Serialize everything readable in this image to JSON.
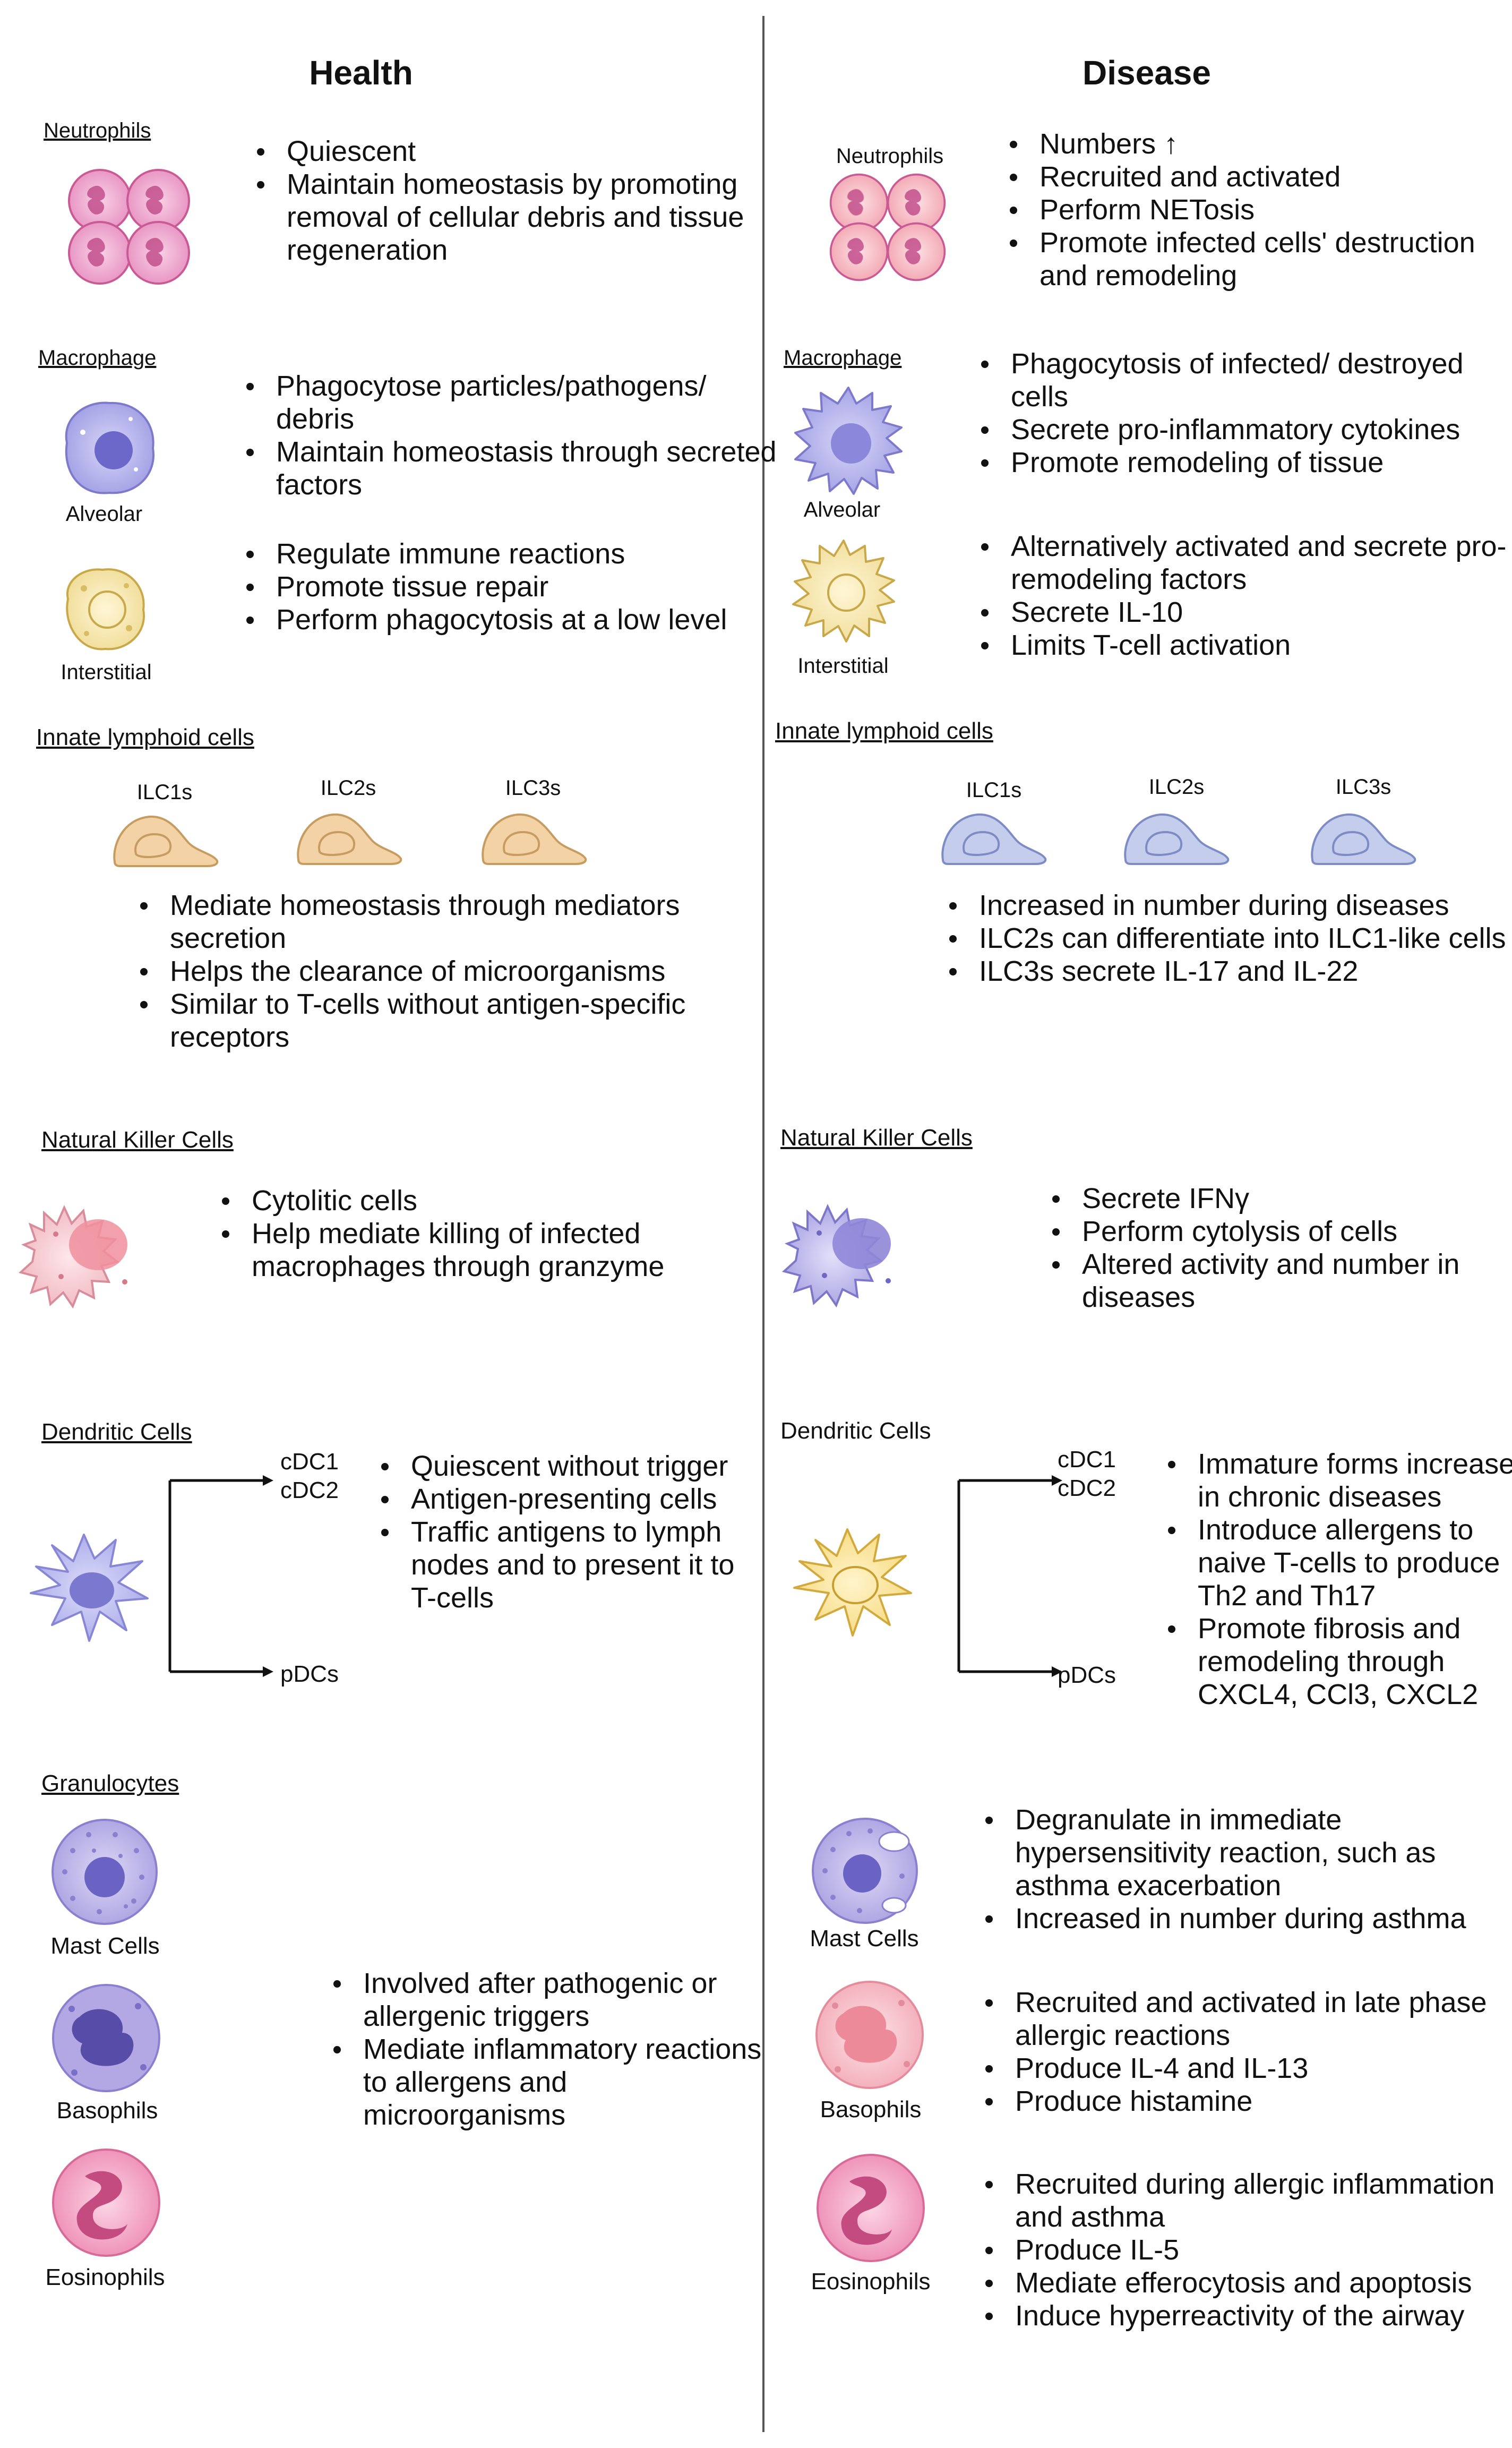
{
  "colors": {
    "neutrophil_health": "#e88fc0",
    "neutrophil_disease": "#f4a9b2",
    "macrophage": "#a9a7e8",
    "interstitial": "#f6e6a6",
    "ilc_health": "#f3d2a6",
    "ilc_disease": "#c5cdec",
    "nk_health": "#f5c5cc",
    "nk_disease": "#b8b2e6",
    "dc_health": "#b5b5ee",
    "dc_disease": "#fbe6a0",
    "mast": "#b9b0e5",
    "basophil_health": "#b3a8e4",
    "basophil_disease": "#f7c0c8",
    "eosinophil": "#f199bd",
    "divider": "#555555"
  },
  "health": {
    "title": "Health",
    "neutrophils": {
      "label": "Neutrophils",
      "bullets": [
        "Quiescent",
        "Maintain homeostasis by promoting removal of cellular debris and tissue regeneration"
      ]
    },
    "macrophage": {
      "label": "Macrophage",
      "alveolar_label": "Alveolar",
      "interstitial_label": "Interstitial",
      "alveolar_bullets": [
        "Phagocytose particles/pathogens/ debris",
        "Maintain homeostasis through secreted factors"
      ],
      "interstitial_bullets": [
        "Regulate immune reactions",
        "Promote tissue repair",
        "Perform phagocytosis at a low level"
      ]
    },
    "ilc": {
      "label": "Innate lymphoid cells",
      "types": [
        "ILC1s",
        "ILC2s",
        "ILC3s"
      ],
      "bullets": [
        "Mediate homeostasis through mediators secretion",
        "Helps the clearance of microorganisms",
        "Similar to T-cells without antigen-specific receptors"
      ]
    },
    "nk": {
      "label": "Natural Killer Cells",
      "bullets": [
        "Cytolitic cells",
        "Help mediate killing of infected macrophages through granzyme"
      ]
    },
    "dc": {
      "label": "Dendritic Cells",
      "branch_top_1": "cDC1",
      "branch_top_2": "cDC2",
      "branch_bottom": "pDCs",
      "bullets": [
        "Quiescent without trigger",
        "Antigen-presenting cells",
        "Traffic antigens to lymph nodes and  to present it to T-cells"
      ]
    },
    "granulocytes": {
      "label": "Granulocytes",
      "mast_label": "Mast Cells",
      "basophil_label": "Basophils",
      "eosinophil_label": "Eosinophils",
      "bullets": [
        "Involved after pathogenic or allergenic triggers",
        "Mediate inflammatory reactions to allergens and microorganisms"
      ]
    }
  },
  "disease": {
    "title": "Disease",
    "neutrophils": {
      "label": "Neutrophils",
      "bullets": [
        "Numbers ↑",
        "Recruited and activated",
        "Perform NETosis",
        "Promote infected cells' destruction and remodeling"
      ]
    },
    "macrophage": {
      "label": "Macrophage",
      "alveolar_label": "Alveolar",
      "interstitial_label": "Interstitial",
      "alveolar_bullets": [
        "Phagocytosis of infected/ destroyed cells",
        "Secrete pro-inflammatory cytokines",
        "Promote remodeling of tissue"
      ],
      "interstitial_bullets": [
        "Alternatively activated and secrete pro-remodeling factors",
        "Secrete IL-10",
        "Limits T-cell activation"
      ]
    },
    "ilc": {
      "label": "Innate lymphoid cells",
      "types": [
        "ILC1s",
        "ILC2s",
        "ILC3s"
      ],
      "bullets": [
        "Increased in number during diseases",
        "ILC2s can differentiate into ILC1-like cells",
        "ILC3s secrete IL-17 and IL-22"
      ]
    },
    "nk": {
      "label": "Natural Killer Cells",
      "bullets": [
        "Secrete  IFNγ",
        "Perform cytolysis of cells",
        "Altered activity and number in diseases"
      ]
    },
    "dc": {
      "label": "Dendritic Cells",
      "branch_top_1": "cDC1",
      "branch_top_2": "cDC2",
      "branch_bottom": "pDCs",
      "bullets": [
        "Immature forms increase in chronic diseases",
        "Introduce allergens to naive T-cells to produce Th2 and Th17",
        "Promote fibrosis and remodeling through CXCL4, CCl3, CXCL2"
      ]
    },
    "granulocytes": {
      "mast_label": "Mast Cells",
      "basophil_label": "Basophils",
      "eosinophil_label": "Eosinophils",
      "mast_bullets": [
        "Degranulate in immediate hypersensitivity reaction, such as asthma exacerbation",
        "Increased in number during asthma"
      ],
      "basophil_bullets": [
        "Recruited and activated in late phase allergic reactions",
        "Produce IL-4 and IL-13",
        "Produce histamine"
      ],
      "eosinophil_bullets": [
        "Recruited during allergic inflammation and asthma",
        "Produce IL-5",
        "Mediate efferocytosis and apoptosis",
        "Induce hyperreactivity of the airway"
      ]
    }
  }
}
